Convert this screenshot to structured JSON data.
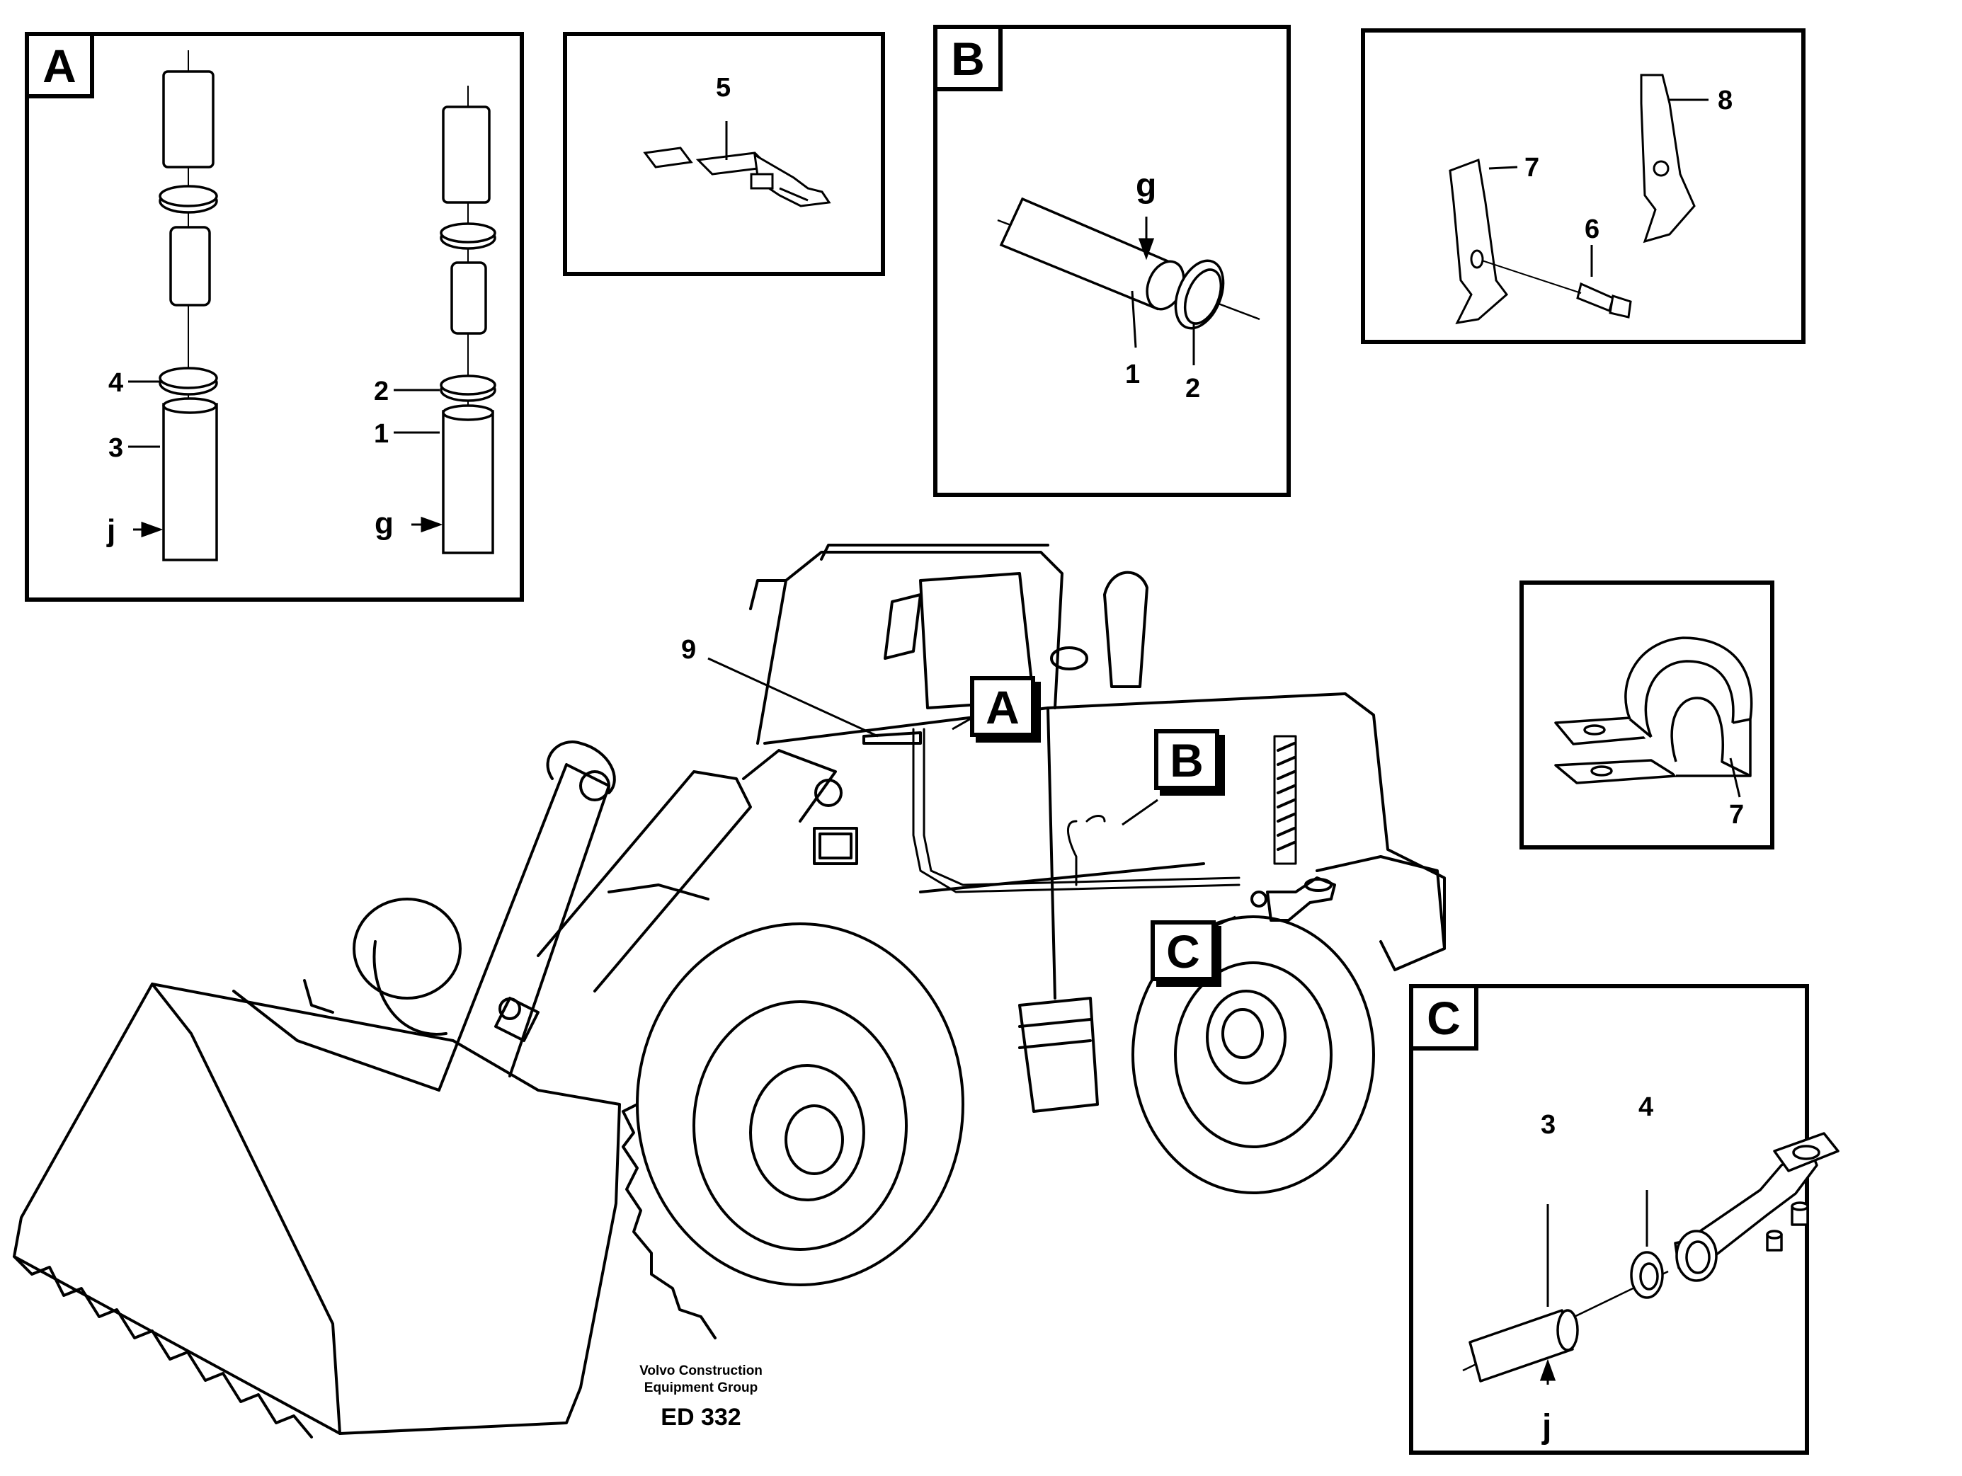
{
  "panels": {
    "A": {
      "tag": "A",
      "labels": {
        "n4": "4",
        "n3": "3",
        "nj": "j",
        "n2": "2",
        "n1": "1",
        "ng": "g"
      }
    },
    "top_middle": {
      "labels": {
        "n5": "5"
      }
    },
    "B": {
      "tag": "B",
      "labels": {
        "ng": "g",
        "n1": "1",
        "n2": "2"
      }
    },
    "top_right": {
      "labels": {
        "n7": "7",
        "n8": "8",
        "n6": "6"
      }
    },
    "clamp": {
      "labels": {
        "n7": "7"
      }
    },
    "C": {
      "tag": "C",
      "labels": {
        "n3": "3",
        "n4": "4",
        "nj": "j"
      }
    }
  },
  "main": {
    "callout_A": "A",
    "callout_B": "B",
    "callout_C": "C",
    "label_9": "9"
  },
  "footer": {
    "line1": "Volvo Construction",
    "line2": "Equipment Group",
    "code": "ED 332"
  }
}
